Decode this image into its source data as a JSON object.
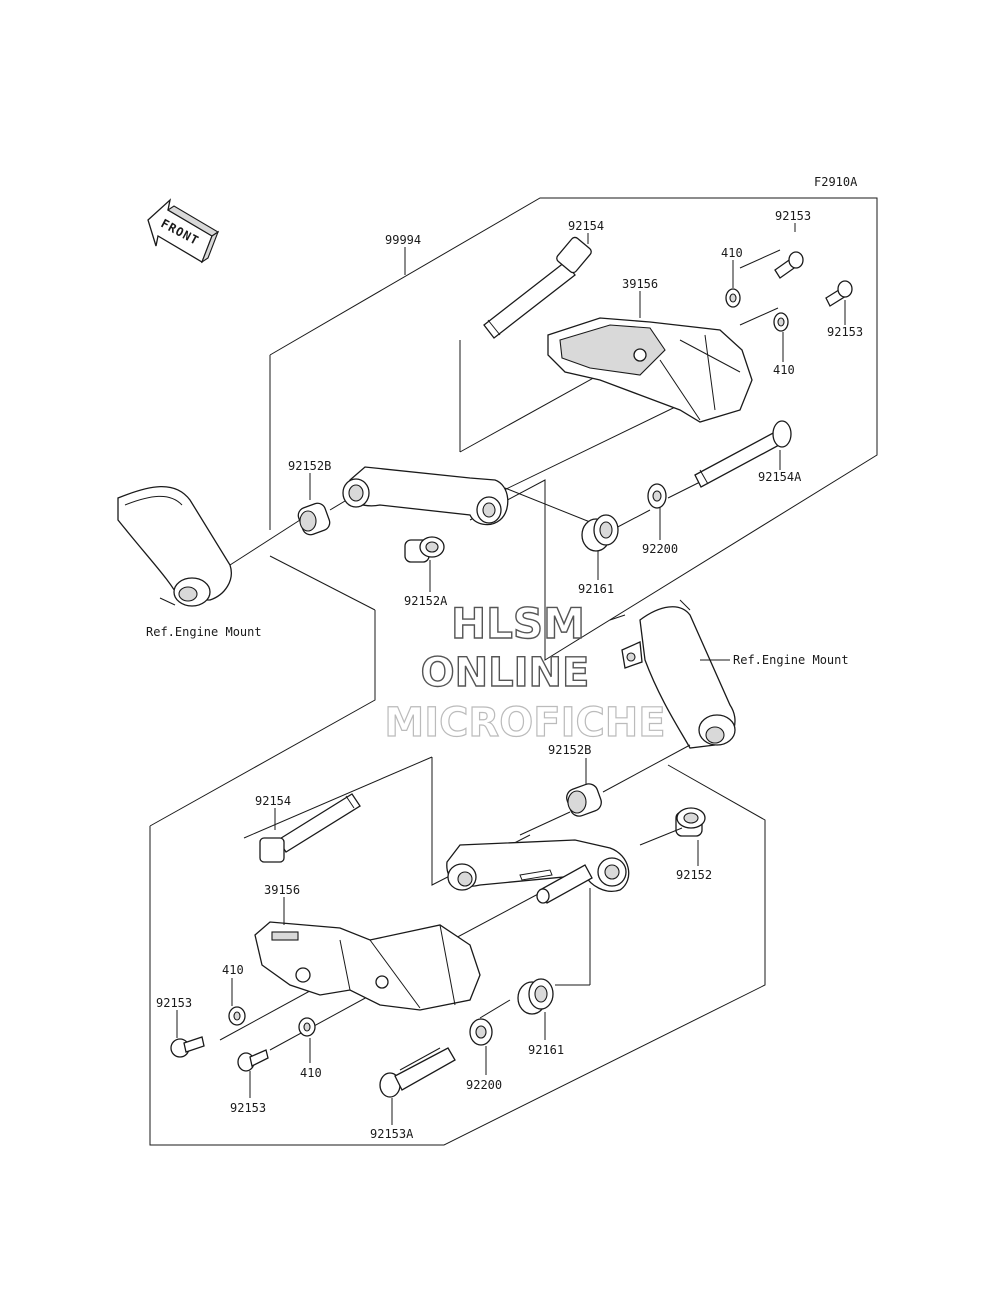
{
  "figure_code": "F2910A",
  "front_label": "FRONT",
  "watermark": {
    "line1": "HLSM",
    "line2": "ONLINE",
    "line3": "MICROFICHE"
  },
  "references": {
    "left_engine_mount": "Ref.Engine Mount",
    "right_engine_mount": "Ref.Engine Mount"
  },
  "top_assembly": {
    "kit": "99994",
    "bolt_long": "92154",
    "slider": "39156",
    "washer_a": "410",
    "washer_b": "410",
    "bolt_short_a": "92153",
    "bolt_short_b": "92153",
    "spacer_b": "92152B",
    "collar_a": "92152A",
    "bushing": "92161",
    "washer_large": "92200",
    "bolt_flange": "92154A"
  },
  "bottom_assembly": {
    "bolt_long": "92154",
    "slider": "39156",
    "washer_a": "410",
    "washer_b": "410",
    "bolt_short_a": "92153",
    "bolt_short_b": "92153",
    "spacer_b": "92152B",
    "collar": "92152",
    "bushing": "92161",
    "washer_large": "92200",
    "bolt_flange": "92153A"
  }
}
